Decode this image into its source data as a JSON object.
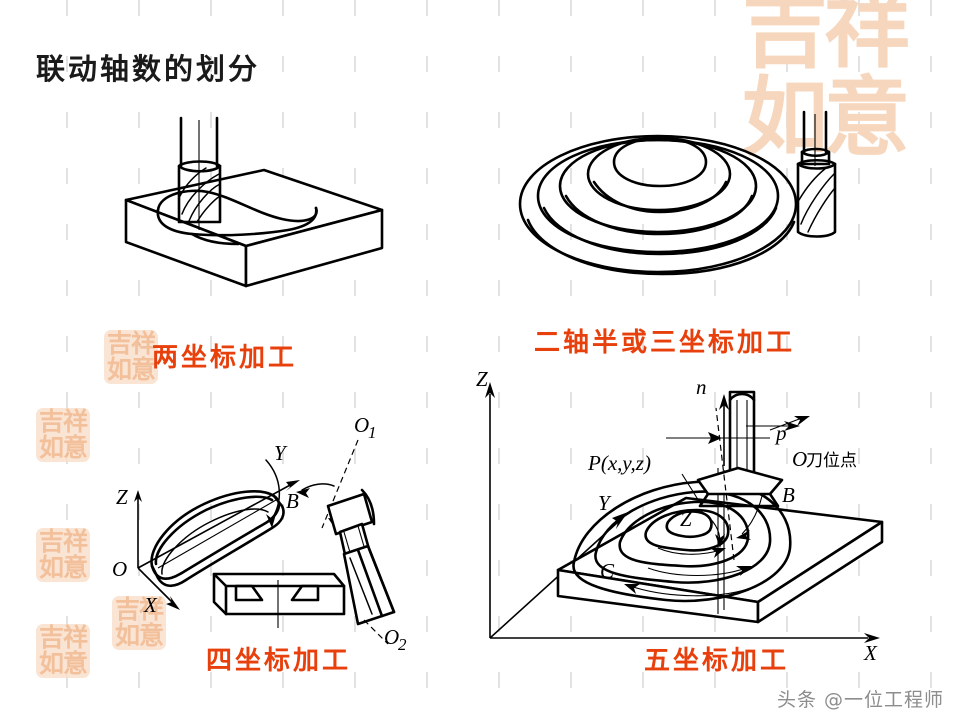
{
  "slide": {
    "title": "联动轴数的划分",
    "title_color": "#1a1a1a",
    "caption_color": "#e8400c",
    "background": "#ffffff"
  },
  "watermarks": {
    "big_seal_text": "吉祥如意",
    "side_seal_text": "吉祥如意",
    "bottom_credit": "头条 @一位工程师",
    "seal_color": "#f6d7bd"
  },
  "figures": [
    {
      "id": "two-axis",
      "caption": "两坐标加工",
      "description": "end mill machining a closed contour slot in a rectangular block",
      "labels": []
    },
    {
      "id": "two-and-half-or-three-axis",
      "caption": "二轴半或三坐标加工",
      "description": "stepped concentric dome surface machined by a side end mill",
      "labels": []
    },
    {
      "id": "four-axis",
      "caption": "四坐标加工",
      "description": "tilted blade workpiece with rotary B axis and swivelling tool head",
      "labels": [
        {
          "text": "Z",
          "kind": "axis"
        },
        {
          "text": "X",
          "kind": "axis"
        },
        {
          "text": "Y",
          "kind": "axis"
        },
        {
          "text": "O",
          "kind": "origin"
        },
        {
          "text": "B",
          "kind": "rotation"
        },
        {
          "text": "O",
          "sub": "1",
          "kind": "pivot"
        },
        {
          "text": "O",
          "sub": "2",
          "kind": "pivot"
        }
      ]
    },
    {
      "id": "five-axis",
      "caption": "五坐标加工",
      "description": "free-form surface on a plate machined with tool axis vector control, five axes X Y Z B C",
      "labels": [
        {
          "text": "Z",
          "kind": "axis"
        },
        {
          "text": "X",
          "kind": "axis"
        },
        {
          "text": "Y",
          "kind": "axis"
        },
        {
          "text": "B",
          "kind": "rotation"
        },
        {
          "text": "C",
          "kind": "rotation"
        },
        {
          "text": "n",
          "kind": "normal-vector"
        },
        {
          "text": "p",
          "kind": "tool-axis-vector"
        },
        {
          "text": "P(x,y,z)",
          "kind": "contact-point"
        },
        {
          "text": "O刀位点",
          "kind": "tool-location-point"
        }
      ]
    }
  ]
}
